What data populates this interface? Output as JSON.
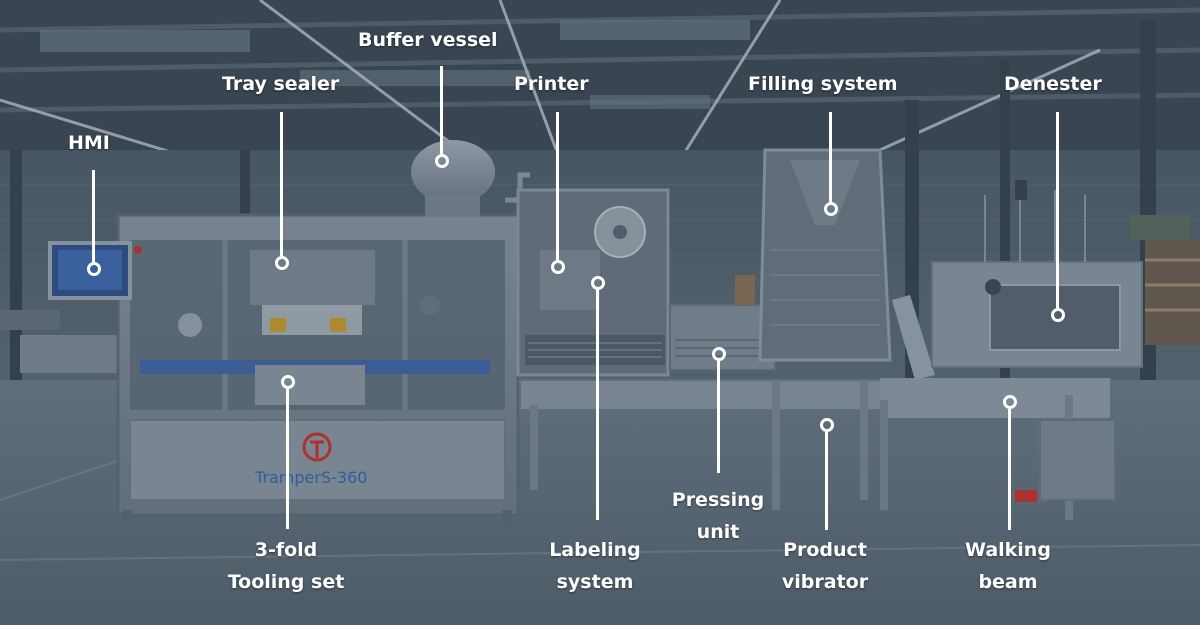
{
  "machine": {
    "brand_text": "Tramper",
    "model_text": "S-360"
  },
  "callouts": {
    "buffer_vessel": "Buffer vessel",
    "tray_sealer": "Tray sealer",
    "printer": "Printer",
    "filling_system": "Filling system",
    "denester": "Denester",
    "hmi": "HMI",
    "tooling_set": [
      "3-fold",
      "Tooling set"
    ],
    "labeling_system": [
      "Labeling",
      "system"
    ],
    "pressing_unit": [
      "Pressing",
      "unit"
    ],
    "product_vibrator": [
      "Product",
      "vibrator"
    ],
    "walking_beam": [
      "Walking",
      "beam"
    ]
  },
  "colors": {
    "overlay_tint": "#3d4a58",
    "label_text": "#ffffff",
    "brand_text": "#2e5f9a",
    "logo_red": "#c9302c"
  }
}
